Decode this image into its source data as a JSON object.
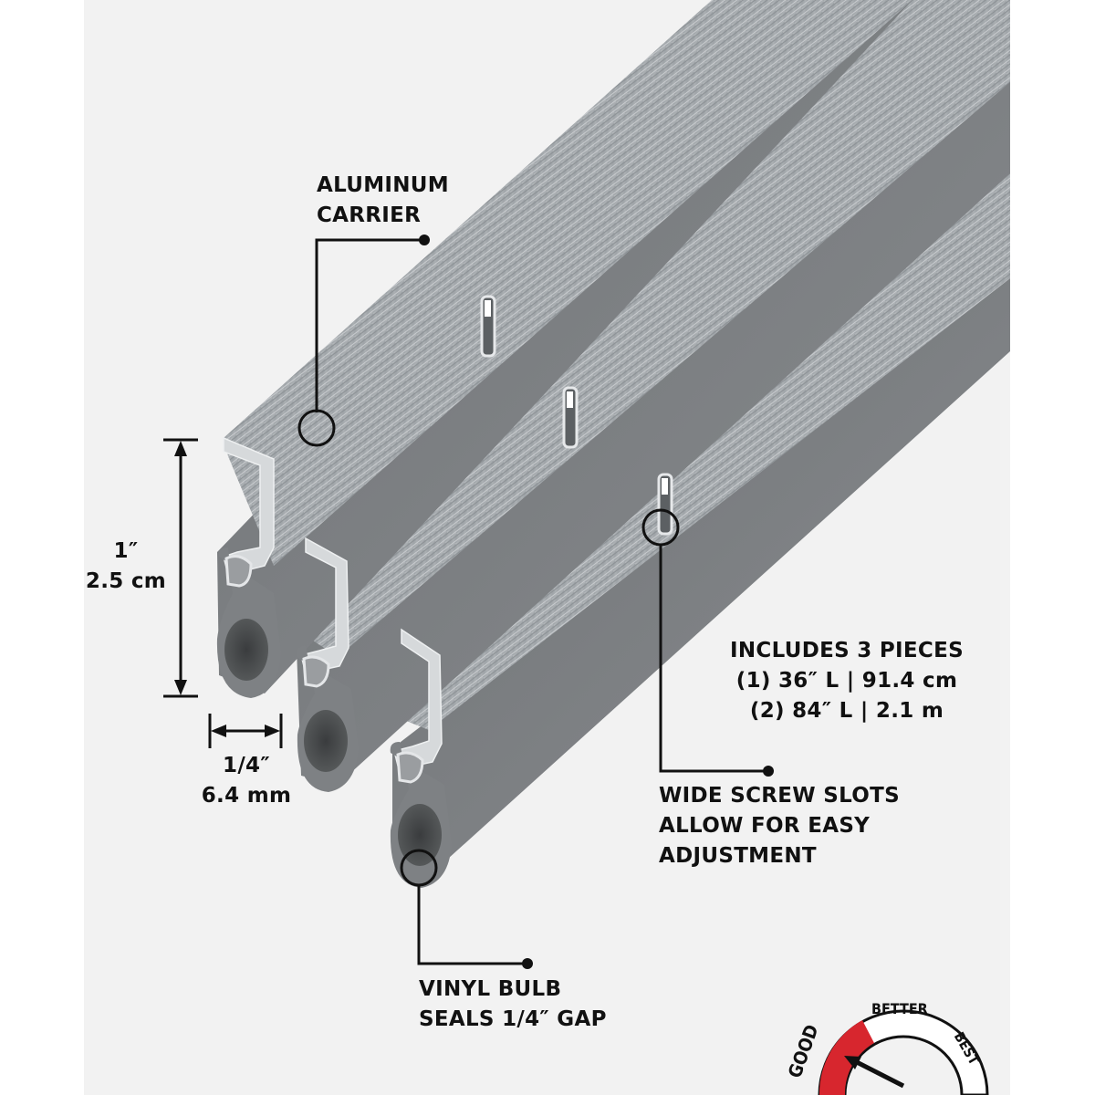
{
  "callouts": {
    "aluminum_carrier": {
      "lines": [
        "ALUMINUM",
        "CARRIER"
      ]
    },
    "includes": {
      "lines": [
        "INCLUDES 3 PIECES",
        "(1) 36″ L | 91.4 cm",
        "(2) 84″ L | 2.1 m"
      ]
    },
    "screw_slots": {
      "lines": [
        "WIDE SCREW SLOTS",
        "ALLOW FOR EASY",
        "ADJUSTMENT"
      ]
    },
    "vinyl_bulb": {
      "lines": [
        "VINYL BULB",
        "SEALS 1/4″ GAP"
      ]
    }
  },
  "dimensions": {
    "height": {
      "imperial": "1″",
      "metric": "2.5 cm"
    },
    "width": {
      "imperial": "1/4″",
      "metric": "6.4 mm"
    }
  },
  "rating_gauge": {
    "labels": [
      "GOOD",
      "BETTER",
      "BEST"
    ],
    "selected": "GOOD",
    "selected_color": "#d7262e"
  },
  "colors": {
    "panel_bg": "#f2f2f2",
    "aluminum": "#a9aeb2",
    "vinyl": "#7b7e81",
    "text": "#111111"
  }
}
